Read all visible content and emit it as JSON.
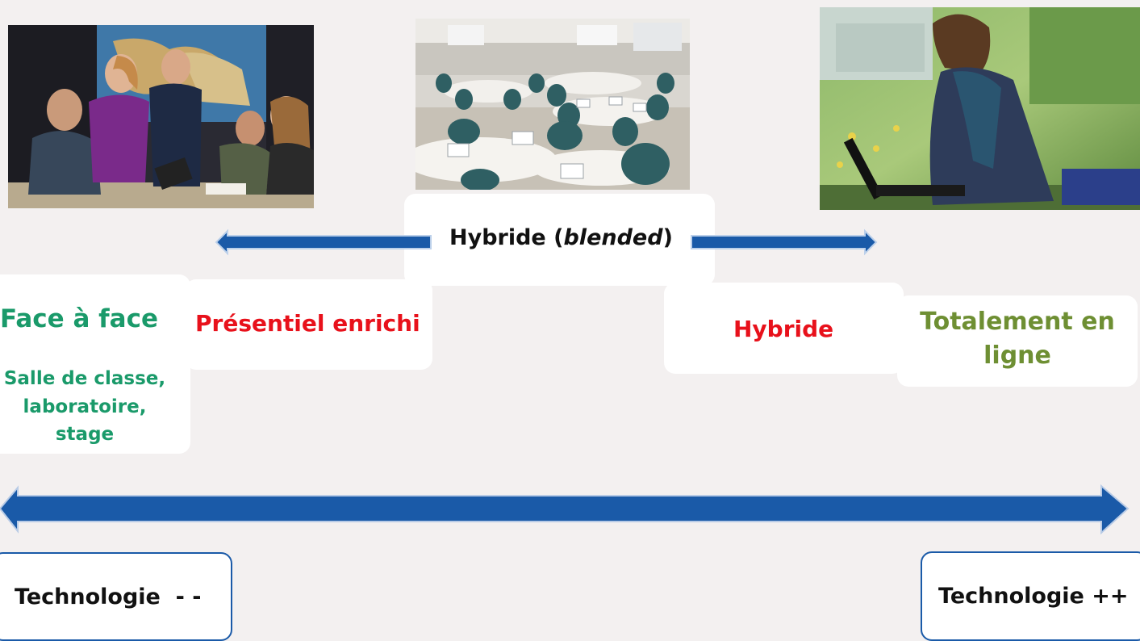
{
  "diagram": {
    "hybrid_label": {
      "prefix": "Hybride (",
      "italic": "blended",
      "suffix": ")"
    },
    "face_to_face": {
      "title": "Face à face",
      "details": [
        "Salle de classe,",
        "laboratoire,",
        "stage"
      ]
    },
    "enriched": "Présentiel enrichi",
    "hybrid": "Hybride",
    "online": [
      "Totalement en",
      "ligne"
    ],
    "tech_low": "Technologie  - -",
    "tech_high": "Technologie ++"
  },
  "photos": {
    "left": "classroom-group-photo",
    "center": "round-tables-classroom-photo",
    "right": "student-with-laptop-outdoors-photo"
  },
  "colors": {
    "background": "#f3f0f0",
    "arrow_blue": "#1a5aa8",
    "green_text": "#1a9a6a",
    "red_text": "#e8111b",
    "olive_text": "#6e8f33"
  }
}
